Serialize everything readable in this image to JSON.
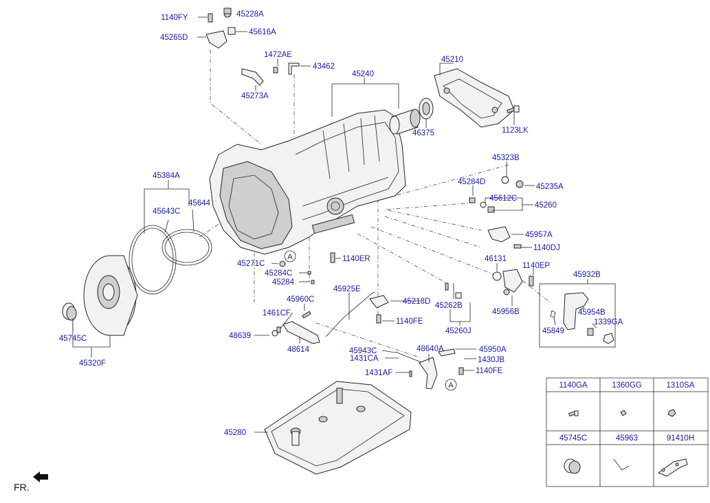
{
  "diagram": {
    "labels": {
      "p1140FY": "1140FY",
      "p45228A": "45228A",
      "p45265D": "45265D",
      "p45616A": "45616A",
      "p1472AE": "1472AE",
      "p43462": "43462",
      "p45273A": "45273A",
      "p45240": "45240",
      "p45210": "45210",
      "p46375": "46375",
      "p1123LK": "1123LK",
      "p45323B": "45323B",
      "p45284D": "45284D",
      "p45235A": "45235A",
      "p45612C": "45612C",
      "p45260": "45260",
      "p45384A": "45384A",
      "p45643C": "45643C",
      "p45644": "45644",
      "p45957A": "45957A",
      "p1140DJ": "1140DJ",
      "p45271C": "45271C",
      "p1140ER": "1140ER",
      "p45284C": "45284C",
      "p45284": "45284",
      "p46131": "46131",
      "p1140EP": "1140EP",
      "p45932B": "45932B",
      "p45925E": "45925E",
      "p45960C": "45960C",
      "p45218D": "45218D",
      "p45262B": "45262B",
      "p45956B": "45956B",
      "p45954B": "45954B",
      "p1339GA": "1339GA",
      "p45849": "45849",
      "p1461CF": "1461CF",
      "p1140FE_a": "1140FE",
      "p45260J": "45260J",
      "p45745C": "45745C",
      "p48639": "48639",
      "p48614": "48614",
      "p45320F": "45320F",
      "p45943C": "45943C",
      "p48640A": "48640A",
      "p45950A": "45950A",
      "p1431CA": "1431CA",
      "p1430JB": "1430JB",
      "p1431AF": "1431AF",
      "p1140FE_b": "1140FE",
      "p45280": "45280",
      "refA1": "A",
      "refA2": "A",
      "fr": "FR."
    }
  },
  "legend_table": {
    "headers_row1": [
      "1140GA",
      "1360GG",
      "1310SA"
    ],
    "headers_row2": [
      "45745C",
      "45963",
      "91410H"
    ]
  }
}
